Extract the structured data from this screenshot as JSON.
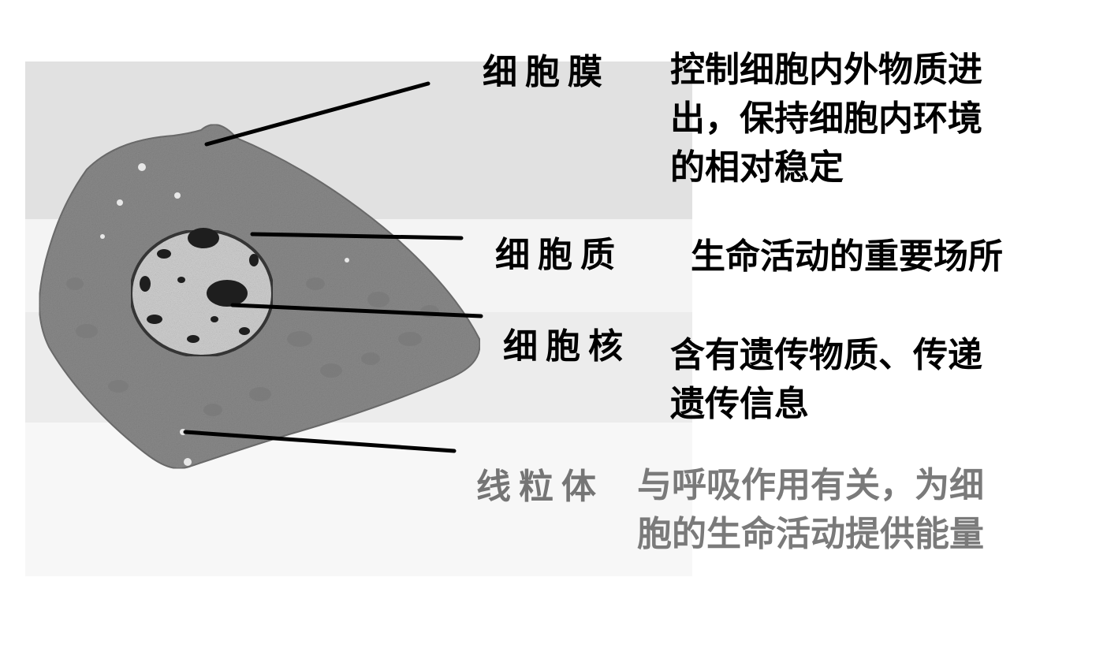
{
  "labels": [
    {
      "term": "细胞膜",
      "lines": [
        "控制细胞内外物质进",
        "出，保持细胞内环境",
        "的相对稳定"
      ]
    },
    {
      "term": "细胞质",
      "lines": [
        "生命活动的重要场所"
      ]
    },
    {
      "term": "细胞核",
      "lines": [
        "含有遗传物质、传递",
        "遗传信息"
      ]
    },
    {
      "term": "线粒体",
      "lines": [
        "与呼吸作用有关，为细",
        "胞的生命活动提供能量"
      ]
    }
  ],
  "colors": {
    "cytoplasm": "#8c8c8c",
    "nucleus": "#d4d4d4",
    "chromatin": "#1c1c1c",
    "leader_line": "#000000",
    "muted_text": "#777777"
  }
}
